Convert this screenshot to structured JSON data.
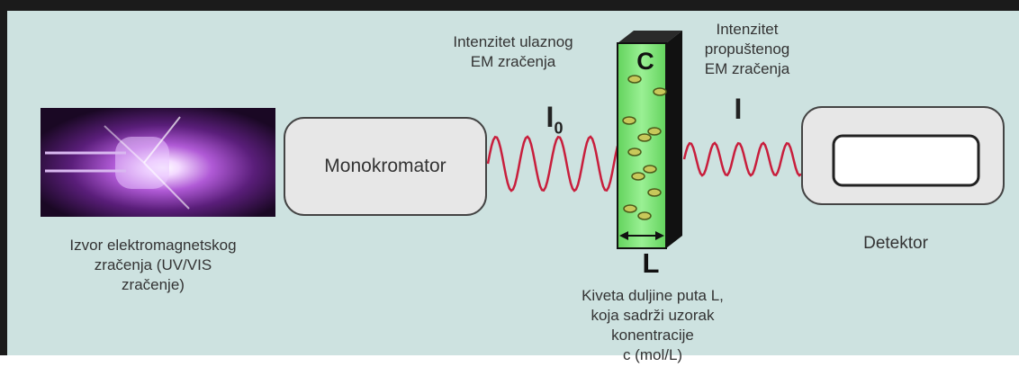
{
  "colors": {
    "background": "#cde2e0",
    "frame": "#1b1b1b",
    "box_fill": "#e7e7e7",
    "box_stroke": "#444444",
    "wave": "#c81e3c",
    "cuvette_fill": "#7fe27a",
    "particle": "#c8c85a"
  },
  "source": {
    "label_lines": [
      "Izvor elektromagnetskog",
      "zračenja (UV/VIS",
      "zračenje)"
    ],
    "image": "led-light-source-photo"
  },
  "monochromator": {
    "label": "Monokromator"
  },
  "incident": {
    "caption_lines": [
      "Intenzitet ulaznog",
      "EM zračenja"
    ],
    "symbol": "I",
    "subscript": "0"
  },
  "cuvette": {
    "concentration_symbol": "C",
    "path_symbol": "L",
    "caption_lines": [
      "Kiveta duljine puta L,",
      "koja sadrži uzorak",
      "konentracije",
      "c (mol/L)"
    ]
  },
  "transmitted": {
    "caption_lines": [
      "Intenzitet",
      "propušteno​g",
      "EM zračenja"
    ],
    "symbol": "I"
  },
  "detector": {
    "label": "Detektor"
  }
}
